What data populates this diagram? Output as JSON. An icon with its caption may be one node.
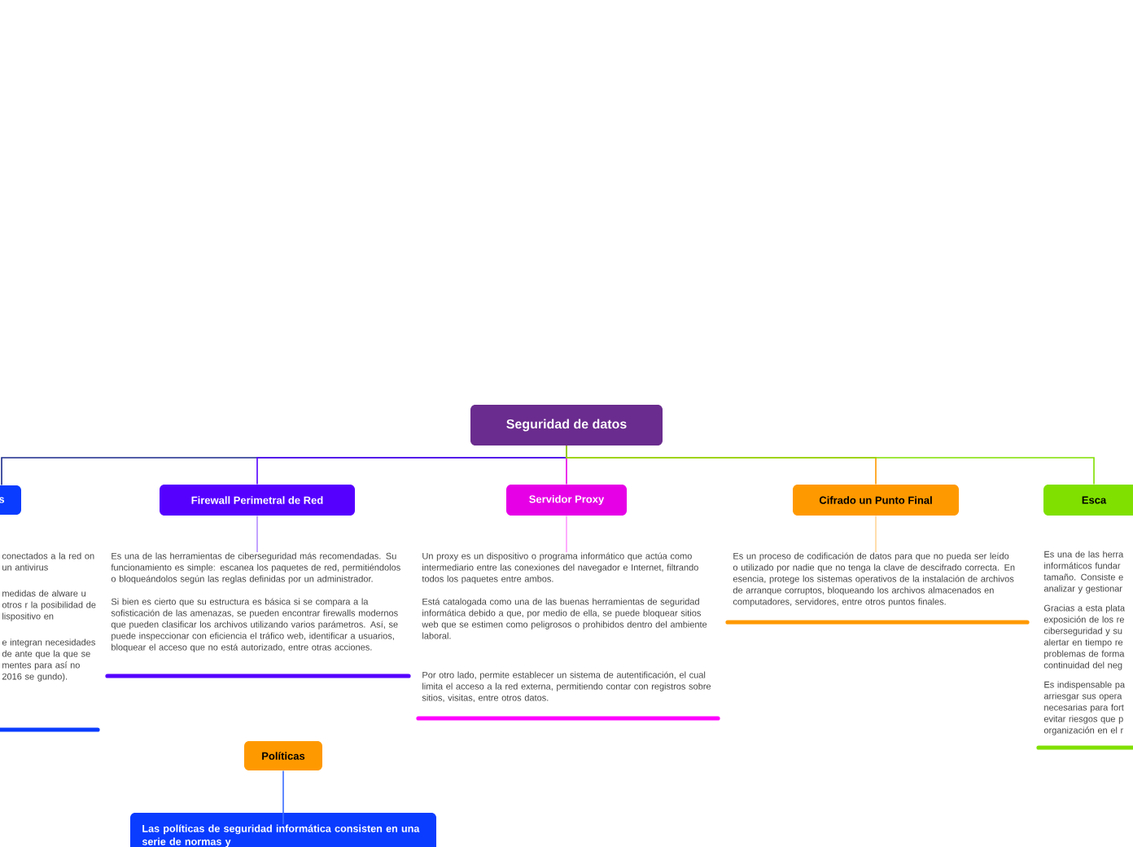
{
  "diagram": {
    "nodes": [
      {
        "text": [
          "Seguridad de datos"
        ]
      },
      {
        "text": [
          "s"
        ]
      },
      {
        "text": [
          "conectados a la red on un antivirus",
          "medidas de alware u otros r la posibilidad de lispositivo en",
          "e integran necesidades de ante que la que se mentes para así no 2016 se gundo)."
        ]
      },
      {
        "text": [
          "Firewall Perimetral de Red"
        ]
      },
      {
        "text": [
          "Es una de las herramientas de ciberseguridad más recomendadas. Su funcionamiento es simple: escanea los paquetes de red, permitiéndolos o bloqueándolos según las reglas definidas por un administrador.",
          "Si bien es cierto que su estructura es básica si se compara a la sofisticación de las amenazas, se pueden encontrar firewalls modernos que pueden clasificar los archivos utilizando varios parámetros. Así, se puede inspeccionar con eficiencia el tráfico web, identificar a usuarios, bloquear el acceso que no está autorizado, entre otras acciones."
        ]
      },
      {
        "text": [
          "Servidor Proxy"
        ]
      },
      {
        "text": [
          "Un proxy es un dispositivo o programa informático que actúa como intermediario entre las conexiones del navegador e Internet, filtrando todos los paquetes entre ambos.",
          "Está catalogada como una de las buenas herramientas de seguridad informática debido a que, por medio de ella, se puede bloquear sitios web que se estimen como peligrosos o prohibidos dentro del ambiente laboral.",
          "Por otro lado, permite establecer un sistema de autentificación, el cual limita el acceso a la red externa, permitiendo contar con registros sobre sitios, visitas, entre otros datos."
        ]
      },
      {
        "text": [
          "Cifrado un Punto Final"
        ]
      },
      {
        "text": [
          "Es un proceso de codificación de datos para que no pueda ser leído o utilizado por nadie que no tenga la clave de descifrado correcta. En esencia, protege los sistemas operativos de la instalación de archivos de arranque corruptos, bloqueando los archivos almacenados en computadores, servidores, entre otros puntos finales."
        ]
      },
      {
        "text": [
          "Esca"
        ]
      },
      {
        "text": [
          "Es una de las herra informáticos fundar tamaño. Consiste e analizar y gestionar",
          "Gracias a esta plata exposición de los re ciberseguridad y su alertar en tiempo re problemas de forma continuidad del neg",
          "Es indispensable pa arriesgar sus opera necesarias para fort evitar riesgos que p organización en el r"
        ]
      },
      {
        "text": [
          "Políticas"
        ]
      },
      {
        "text": [
          "Las políticas de seguridad informática consisten en una serie de normas y"
        ]
      }
    ],
    "edges": [
      {
        "from": 0,
        "to": 1,
        "arrow": "none",
        "color": "#1a2a8a"
      },
      {
        "from": 0,
        "to": 3,
        "arrow": "none",
        "color": "#5500ff"
      },
      {
        "from": 0,
        "to": 5,
        "arrow": "none",
        "color": "#e600e6"
      },
      {
        "from": 0,
        "to": 7,
        "arrow": "none",
        "color": "#ff9900"
      },
      {
        "from": 0,
        "to": 9,
        "arrow": "none",
        "color": "#80e000"
      },
      {
        "from": 3,
        "to": 4,
        "arrow": "none",
        "color": "#b58cff"
      },
      {
        "from": 5,
        "to": 6,
        "arrow": "none",
        "color": "#ff99ff"
      },
      {
        "from": 7,
        "to": 8,
        "arrow": "none",
        "color": "#ffd699"
      },
      {
        "from": 11,
        "to": 12,
        "arrow": "none",
        "color": "#3a6cff"
      }
    ]
  }
}
